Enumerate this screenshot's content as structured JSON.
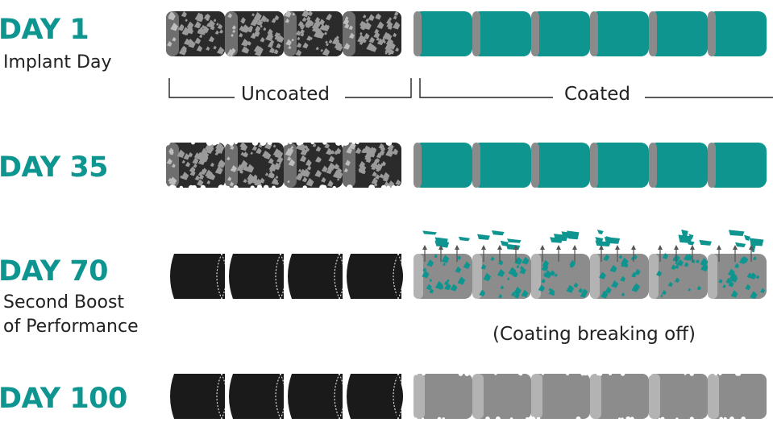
{
  "days": [
    {
      "title": "DAY 1",
      "subtitle": [
        "Implant Day"
      ],
      "uncoated_state": "textured",
      "coated_state": "intact"
    },
    {
      "title": "DAY 35",
      "subtitle": [],
      "uncoated_state": "rough",
      "coated_state": "intact"
    },
    {
      "title": "DAY 70",
      "subtitle": [
        "Second Boost",
        "of Performance"
      ],
      "uncoated_state": "depleted",
      "coated_state": "breaking"
    },
    {
      "title": "DAY 100",
      "subtitle": [],
      "uncoated_state": "depleted",
      "coated_state": "depleted"
    }
  ],
  "labels": {
    "uncoated": "Uncoated",
    "coated": "Coated",
    "breaking_note": "(Coating breaking off)"
  },
  "colors": {
    "teal": "#0e9590",
    "teal_dark": "#0a7f7a",
    "black": "#1a1a1a",
    "gray": "#8c8c8c",
    "gray_light": "#b3b3b3",
    "text": "#222222"
  }
}
